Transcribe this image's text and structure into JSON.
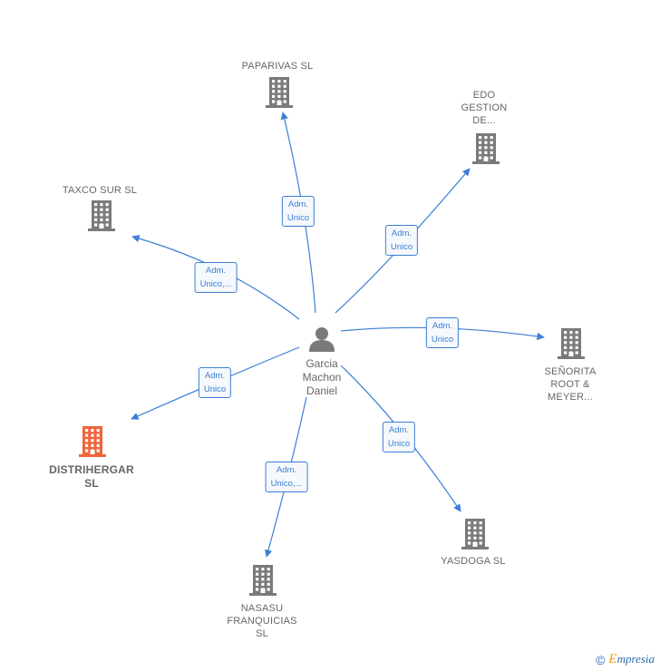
{
  "center": {
    "name_lines": [
      "Garcia",
      "Machon",
      "Daniel"
    ]
  },
  "nodes": [
    {
      "id": "paparivas",
      "label_lines": [
        "PAPARIVAS SL"
      ],
      "highlight": false
    },
    {
      "id": "edo",
      "label_lines": [
        "EDO",
        "GESTION",
        "DE..."
      ],
      "highlight": false
    },
    {
      "id": "taxco",
      "label_lines": [
        "TAXCO SUR  SL"
      ],
      "highlight": false
    },
    {
      "id": "senorita",
      "label_lines": [
        "SEÑORITA",
        "ROOT &",
        "MEYER..."
      ],
      "highlight": false
    },
    {
      "id": "distrihergar",
      "label_lines": [
        "DISTRIHERGAR",
        "SL"
      ],
      "highlight": true
    },
    {
      "id": "yasdoga",
      "label_lines": [
        "YASDOGA  SL"
      ],
      "highlight": false
    },
    {
      "id": "nasasu",
      "label_lines": [
        "NASASU",
        "FRANQUICIAS",
        "SL"
      ],
      "highlight": false
    }
  ],
  "edges": [
    {
      "to": "paparivas",
      "label_lines": [
        "Adm.",
        "Unico"
      ]
    },
    {
      "to": "edo",
      "label_lines": [
        "Adm.",
        "Unico"
      ]
    },
    {
      "to": "taxco",
      "label_lines": [
        "Adm.",
        "Unico,..."
      ]
    },
    {
      "to": "senorita",
      "label_lines": [
        "Adm.",
        "Unico"
      ]
    },
    {
      "to": "distrihergar",
      "label_lines": [
        "Adm.",
        "Unico"
      ]
    },
    {
      "to": "yasdoga",
      "label_lines": [
        "Adm.",
        "Unico"
      ]
    },
    {
      "to": "nasasu",
      "label_lines": [
        "Adm.",
        "Unico,..."
      ]
    }
  ],
  "colors": {
    "edge": "#3a7fd5",
    "building": "#7a7a7a",
    "building_highlight": "#f0643c",
    "person": "#7a7a7a"
  },
  "footer": {
    "copyright": "©",
    "brand_initial": "E",
    "brand_rest": "mpresia"
  }
}
